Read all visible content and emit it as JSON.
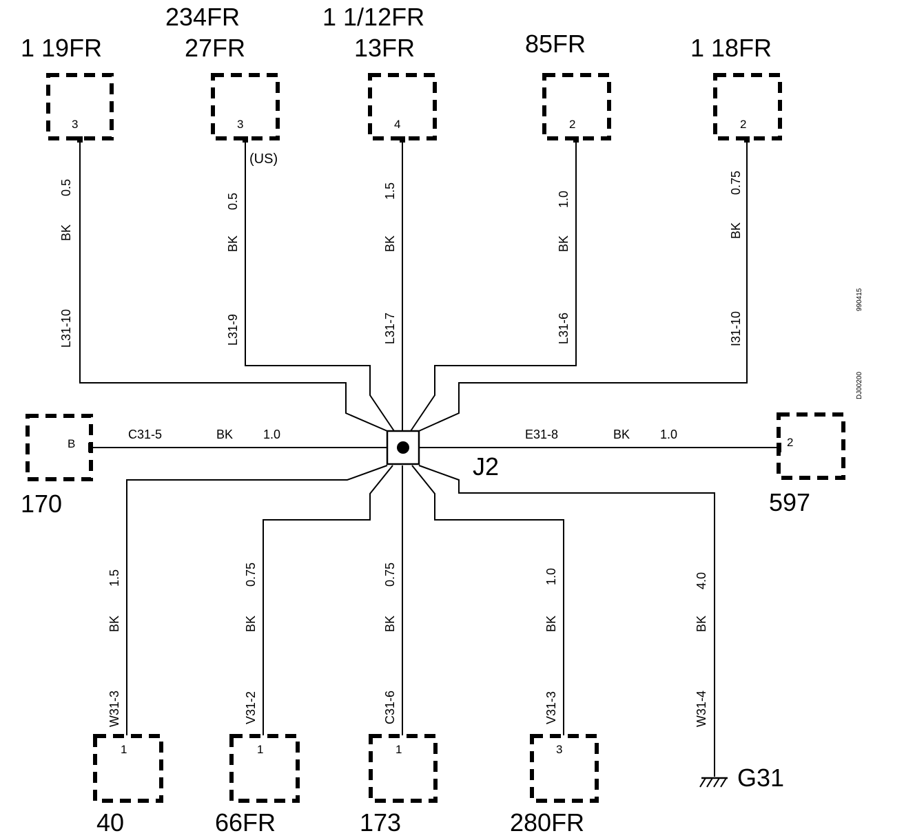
{
  "splice": {
    "label": "J2"
  },
  "ground": {
    "label": "G31"
  },
  "side_codes": [
    "990415",
    "DJ00200"
  ],
  "top_connectors": [
    {
      "ref_lines": [
        "1 19FR"
      ],
      "pin": "3",
      "note": "",
      "circuit": "L31-10",
      "color": "BK",
      "size": "0.5"
    },
    {
      "ref_lines": [
        "234FR",
        "27FR"
      ],
      "pin": "3",
      "note": "(US)",
      "circuit": "L31-9",
      "color": "BK",
      "size": "0.5"
    },
    {
      "ref_lines": [
        "1 1/12FR",
        "13FR"
      ],
      "pin": "4",
      "note": "",
      "circuit": "L31-7",
      "color": "BK",
      "size": "1.5"
    },
    {
      "ref_lines": [
        "85FR"
      ],
      "pin": "2",
      "note": "",
      "circuit": "L31-6",
      "color": "BK",
      "size": "1.0"
    },
    {
      "ref_lines": [
        "1 18FR"
      ],
      "pin": "2",
      "note": "",
      "circuit": "I31-10",
      "color": "BK",
      "size": "0.75"
    }
  ],
  "left_connector": {
    "ref": "170",
    "pin": "B",
    "circuit": "C31-5",
    "color": "BK",
    "size": "1.0"
  },
  "right_connector": {
    "ref": "597",
    "pin": "2",
    "circuit": "E31-8",
    "color": "BK",
    "size": "1.0"
  },
  "bottom_connectors": [
    {
      "ref": "40",
      "pin": "1",
      "circuit": "W31-3",
      "color": "BK",
      "size": "1.5"
    },
    {
      "ref": "66FR",
      "pin": "1",
      "circuit": "V31-2",
      "color": "BK",
      "size": "0.75"
    },
    {
      "ref": "173",
      "pin": "1",
      "circuit": "C31-6",
      "color": "BK",
      "size": "0.75"
    },
    {
      "ref": "280FR",
      "pin": "3",
      "circuit": "V31-3",
      "color": "BK",
      "size": "1.0"
    }
  ],
  "ground_wire": {
    "circuit": "W31-4",
    "color": "BK",
    "size": "4.0"
  }
}
